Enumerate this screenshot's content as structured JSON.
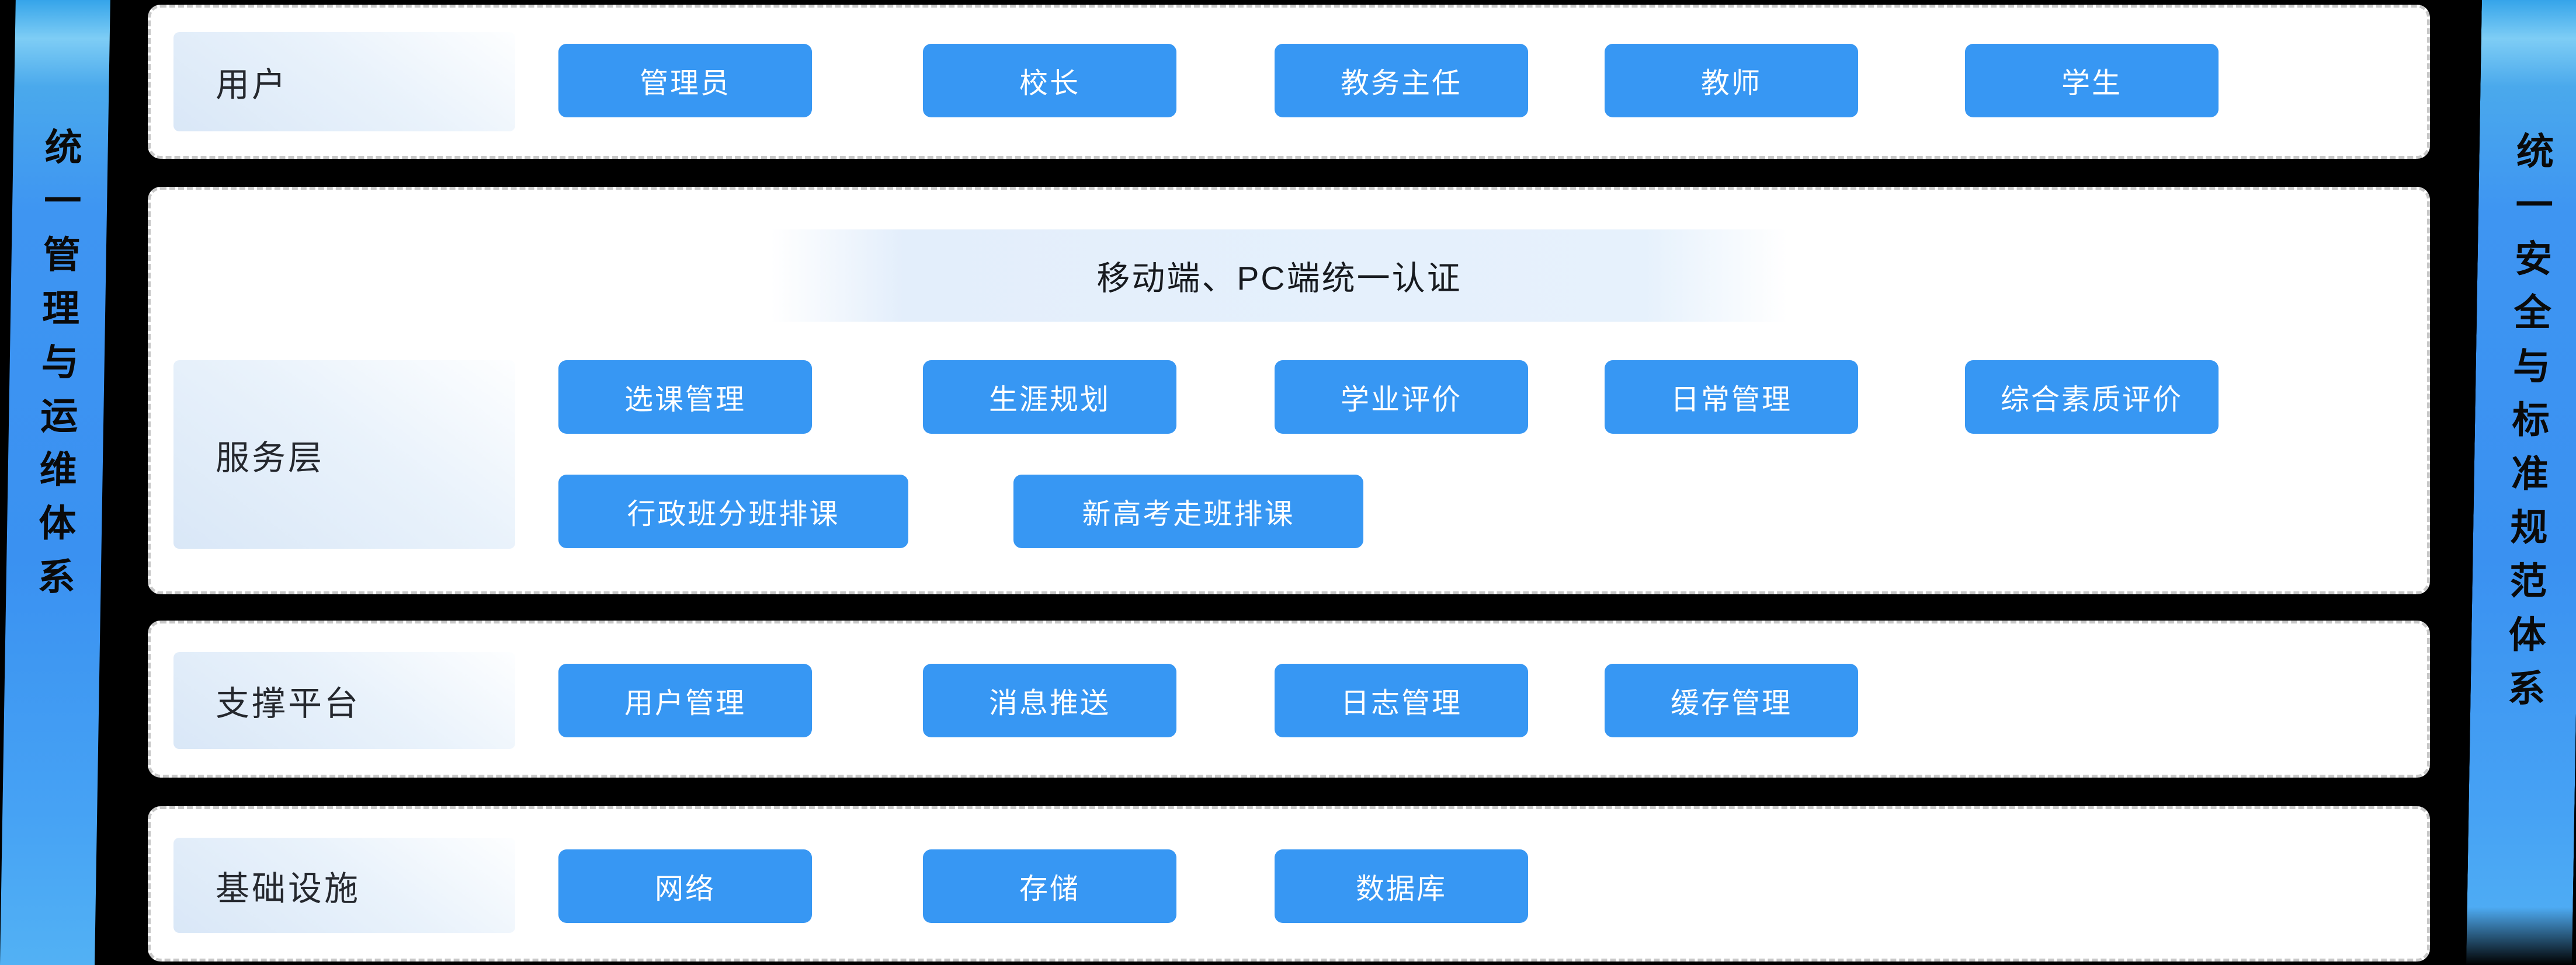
{
  "left_band": {
    "label": "统一管理与运维体系"
  },
  "right_band": {
    "label": "统一安全与标准规范体系"
  },
  "colors": {
    "background": "#000000",
    "button_blue": "#3797f3",
    "band_blue_top": "#4aa9ec",
    "band_blue_main": "#3e95f2",
    "panel_border": "#c8c8c8",
    "label_box_blue": "#d9e7f7",
    "auth_band_blue": "#e6f1fc",
    "button_text": "#ffffff",
    "label_text": "#25282e"
  },
  "rows": [
    {
      "label": "用户",
      "buttons": [
        {
          "label": "管理员"
        },
        {
          "label": "校长"
        },
        {
          "label": "教务主任"
        },
        {
          "label": "教师"
        },
        {
          "label": "学生"
        }
      ]
    },
    {
      "label": "服务层",
      "header": "移动端、PC端统一认证",
      "buttons": [
        {
          "label": "选课管理"
        },
        {
          "label": "生涯规划"
        },
        {
          "label": "学业评价"
        },
        {
          "label": "日常管理"
        },
        {
          "label": "综合素质评价"
        }
      ],
      "buttons_row2": [
        {
          "label": "行政班分班排课"
        },
        {
          "label": "新高考走班排课"
        }
      ]
    },
    {
      "label": "支撑平台",
      "buttons": [
        {
          "label": "用户管理"
        },
        {
          "label": "消息推送"
        },
        {
          "label": "日志管理"
        },
        {
          "label": "缓存管理"
        }
      ]
    },
    {
      "label": "基础设施",
      "buttons": [
        {
          "label": "网络"
        },
        {
          "label": "存储"
        },
        {
          "label": "数据库"
        }
      ]
    }
  ]
}
